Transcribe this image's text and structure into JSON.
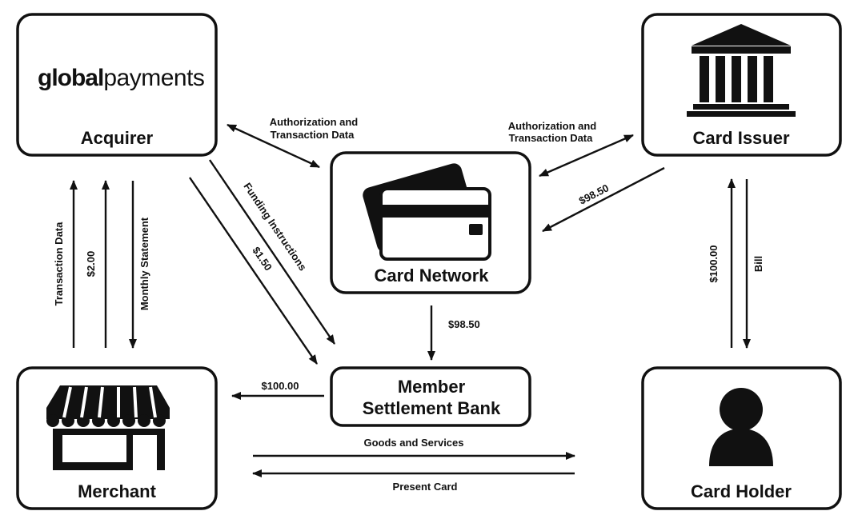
{
  "nodes": {
    "acquirer": {
      "title": "Acquirer",
      "logo_bold": "global",
      "logo_light": "payments",
      "icon": "global-payments-logo"
    },
    "card_issuer": {
      "title": "Card Issuer",
      "icon": "bank-building-icon"
    },
    "card_network": {
      "title": "Card Network",
      "icon": "credit-cards-icon"
    },
    "merchant": {
      "title": "Merchant",
      "icon": "storefront-icon"
    },
    "member_bank": {
      "title_line1": "Member",
      "title_line2": "Settlement Bank"
    },
    "card_holder": {
      "title": "Card Holder",
      "icon": "person-icon"
    }
  },
  "edges": {
    "acq_net_line1": "Authorization and",
    "acq_net_line2": "Transaction Data",
    "net_iss_line1": "Authorization and",
    "net_iss_line2": "Transaction Data",
    "iss_net_amount": "$98.50",
    "funding_instructions": "Funding Instructions",
    "acq_bank_amount": "$1.50",
    "transaction_data": "Transaction Data",
    "merchant_acq_amount": "$2.00",
    "monthly_statement": "Monthly Statement",
    "net_bank_amount": "$98.50",
    "bank_merchant_amount": "$100.00",
    "goods_services": "Goods and Services",
    "present_card": "Present Card",
    "holder_issuer_amount": "$100.00",
    "bill": "Bill"
  },
  "colors": {
    "ink": "#111111",
    "background": "#ffffff"
  }
}
